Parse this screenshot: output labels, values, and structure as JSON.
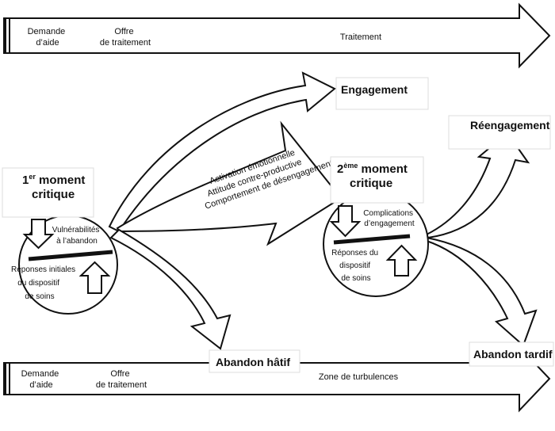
{
  "top_timeline": {
    "label_demande": [
      "Demande",
      "d’aide"
    ],
    "label_offre": [
      "Offre",
      "de traitement"
    ],
    "label_traitement": "Traitement"
  },
  "bottom_timeline": {
    "label_demande": [
      "Demande",
      "d’aide"
    ],
    "label_offre": [
      "Offre",
      "de traitement"
    ],
    "label_zone": "Zone de turbulences"
  },
  "moment1": {
    "title_number": "1",
    "title_sup": "er",
    "title_rest": " moment",
    "title_line2": "critique",
    "vulnerabilites": [
      "Vulnérabilités",
      "à l’abandon"
    ],
    "reponses": [
      "Réponses initiales",
      "du dispositif",
      "de soins"
    ]
  },
  "moment2": {
    "title_number": "2",
    "title_sup": "ème",
    "title_rest": " moment",
    "title_line2": "critique",
    "complications": [
      "Complications",
      "d’engagement"
    ],
    "reponses": [
      "Réponses du",
      "dispositif",
      "de soins"
    ]
  },
  "middle_arrow_text": [
    "Activation émotionnelle",
    "Attitude contre-productive",
    "Comportement de désengagement"
  ],
  "outcomes": {
    "engagement": "Engagement",
    "reengagement": "Réengagement",
    "abandon_hatif": "Abandon hâtif",
    "abandon_tardif": "Abandon tardif"
  }
}
